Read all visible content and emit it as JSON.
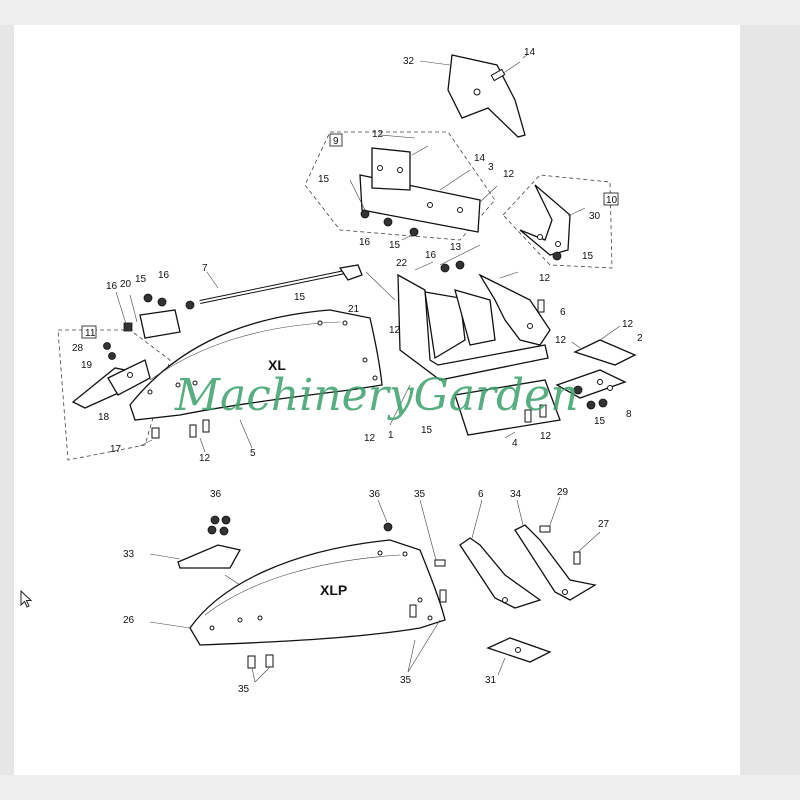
{
  "watermark": "MachineryGarden",
  "cursor_icon": "arrow-cursor-icon",
  "assemblies": {
    "upper": {
      "name": "XL"
    },
    "lower": {
      "name": "XLP"
    }
  },
  "callouts": {
    "p32": "32",
    "p14a": "14",
    "p9": "9",
    "p12a": "12",
    "p14b": "14",
    "p3": "3",
    "p12b": "12",
    "p15a": "15",
    "p16a": "16",
    "p15b": "15",
    "p10": "10",
    "p30": "30",
    "p15c": "15",
    "p13": "13",
    "p16b": "16",
    "p22": "22",
    "p7": "7",
    "p16c": "16",
    "p20": "20",
    "p15d": "15",
    "p16d": "16",
    "p15e": "15",
    "p21": "21",
    "p12c": "12",
    "p6a": "6",
    "p12d": "12",
    "p11": "11",
    "p28": "28",
    "p19": "19",
    "p12e": "12",
    "p2": "2",
    "p12f": "12",
    "p18": "18",
    "p17": "17",
    "p12g": "12",
    "p5": "5",
    "p12h": "12",
    "p1": "1",
    "p15f": "15",
    "p4": "4",
    "p12i": "12",
    "p15g": "15",
    "p8": "8",
    "p36a": "36",
    "p36b": "36",
    "p35a": "35",
    "p6b": "6",
    "p34": "34",
    "p29": "29",
    "p27": "27",
    "p33": "33",
    "p26": "26",
    "p35b": "35",
    "p35c": "35",
    "p31": "31"
  }
}
